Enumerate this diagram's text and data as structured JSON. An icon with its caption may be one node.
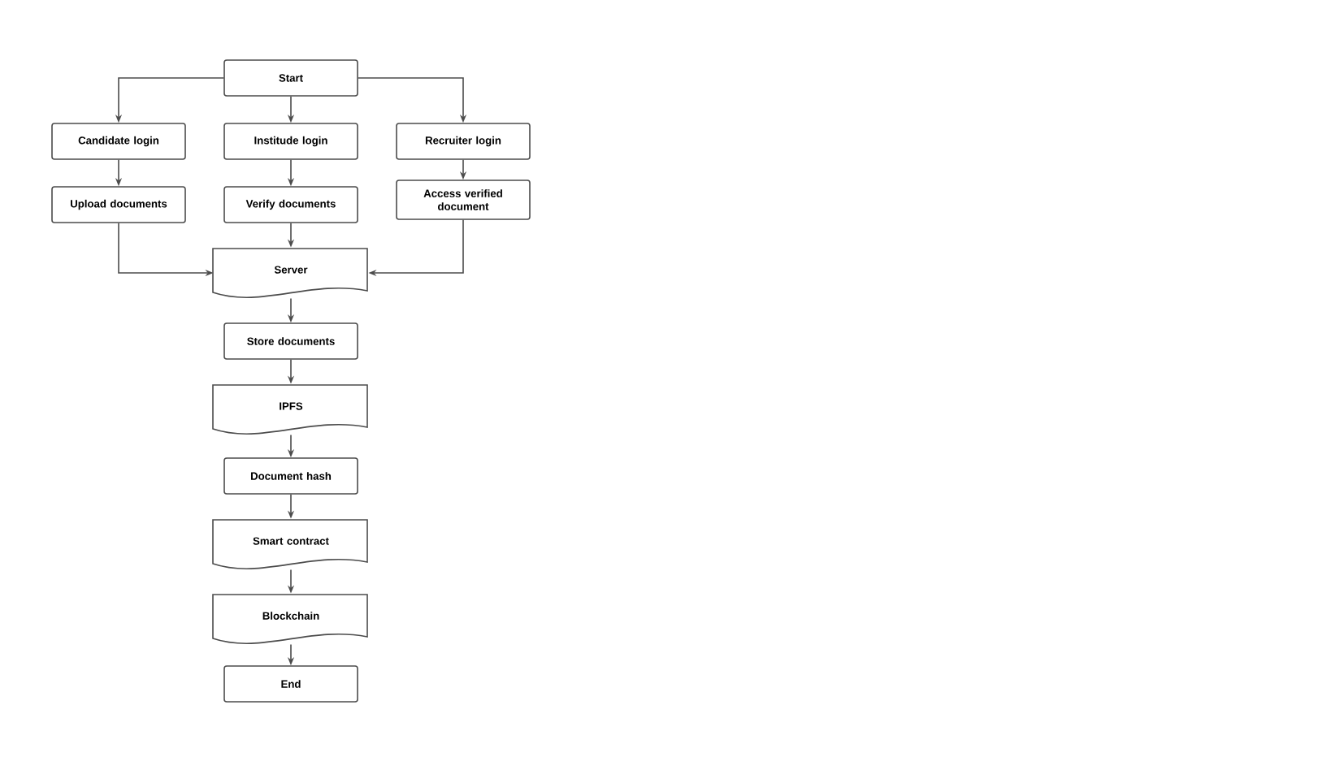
{
  "diagram": {
    "nodes": [
      {
        "text": [
          "Start"
        ]
      },
      {
        "text": [
          "Candidate login"
        ]
      },
      {
        "text": [
          "Institude login"
        ]
      },
      {
        "text": [
          "Recruiter login"
        ]
      },
      {
        "text": [
          "Upload documents"
        ]
      },
      {
        "text": [
          "Verify documents"
        ]
      },
      {
        "text": [
          "Access verified document"
        ]
      },
      {
        "text": [
          "Server"
        ]
      },
      {
        "text": [
          "Store documents"
        ]
      },
      {
        "text": [
          "IPFS"
        ]
      },
      {
        "text": [
          "Document hash"
        ]
      },
      {
        "text": [
          "Smart contract"
        ]
      },
      {
        "text": [
          "Blockchain"
        ]
      },
      {
        "text": [
          "End"
        ]
      }
    ],
    "edges": [
      {
        "from": 0,
        "to": 1,
        "arrow": "to"
      },
      {
        "from": 0,
        "to": 2,
        "arrow": "to"
      },
      {
        "from": 0,
        "to": 3,
        "arrow": "to"
      },
      {
        "from": 1,
        "to": 4,
        "arrow": "to"
      },
      {
        "from": 2,
        "to": 5,
        "arrow": "to"
      },
      {
        "from": 3,
        "to": 6,
        "arrow": "to"
      },
      {
        "from": 4,
        "to": 7,
        "arrow": "to"
      },
      {
        "from": 5,
        "to": 7,
        "arrow": "to"
      },
      {
        "from": 6,
        "to": 7,
        "arrow": "to"
      },
      {
        "from": 7,
        "to": 8,
        "arrow": "to"
      },
      {
        "from": 8,
        "to": 9,
        "arrow": "to"
      },
      {
        "from": 9,
        "to": 10,
        "arrow": "to"
      },
      {
        "from": 10,
        "to": 11,
        "arrow": "to"
      },
      {
        "from": 11,
        "to": 12,
        "arrow": "to"
      },
      {
        "from": 12,
        "to": 13,
        "arrow": "to"
      }
    ]
  }
}
